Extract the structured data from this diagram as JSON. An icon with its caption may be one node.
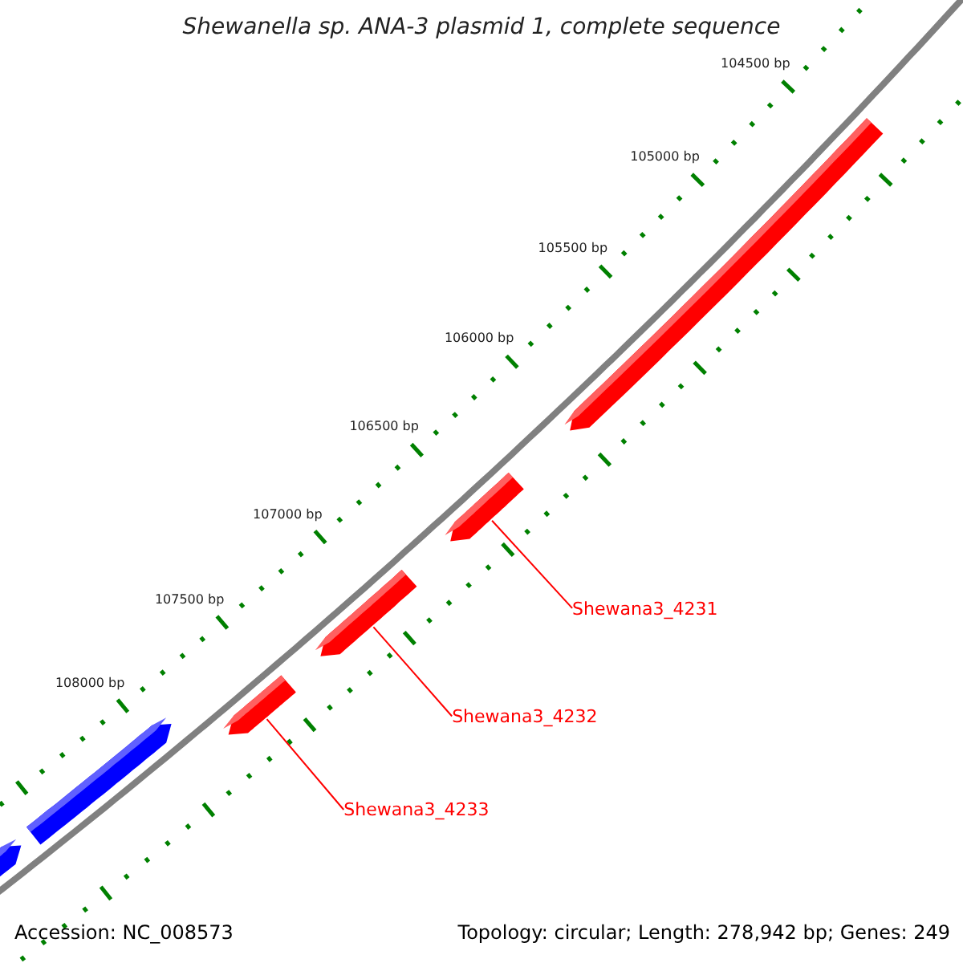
{
  "diagram": {
    "title": "Shewanella sp. ANA-3 plasmid 1, complete sequence",
    "nodes": [
      {
        "text": [],
        "shape": "arrow"
      },
      {
        "text": [],
        "shape": "arrow"
      },
      {
        "text": [
          "Shewana3_4231"
        ]
      },
      {
        "text": [],
        "shape": "arrow"
      },
      {
        "text": [
          "Shewana3_4232"
        ]
      },
      {
        "text": [],
        "shape": "arrow"
      },
      {
        "text": [
          "Shewana3_4233"
        ]
      },
      {
        "text": [],
        "shape": "arrow"
      },
      {
        "text": [],
        "shape": "arrow"
      }
    ],
    "edges": [
      {
        "from": 2,
        "to": 1,
        "arrow": "none"
      },
      {
        "from": 4,
        "to": 3,
        "arrow": "none"
      },
      {
        "from": 6,
        "to": 5,
        "arrow": "none"
      }
    ],
    "labels": [
      "104500 bp",
      "105000 bp",
      "105500 bp",
      "106000 bp",
      "106500 bp",
      "107000 bp",
      "107500 bp",
      "108000 bp",
      "Accession: NC_008573",
      "Topology: circular; Length: 278,942 bp; Genes: 249"
    ]
  }
}
